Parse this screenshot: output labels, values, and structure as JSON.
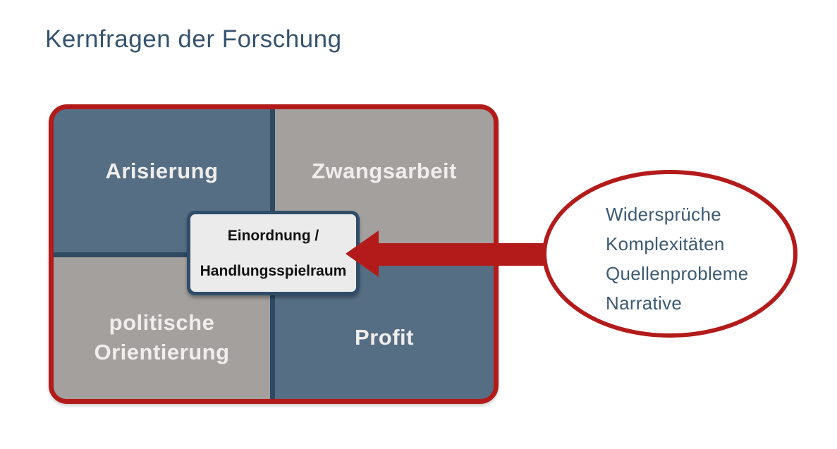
{
  "title": "Kernfragen der Forschung",
  "colors": {
    "title_text": "#35536f",
    "accent_red": "#b31b1b",
    "quadrant_blue": "#566e84",
    "quadrant_gray": "#a4a09d",
    "divider_navy": "#2e4a62",
    "center_box_background": "#ebebeb",
    "center_box_border": "#2f4d68",
    "center_box_text": "#111111",
    "quadrant_label_text": "#f0eeec",
    "annotation_text": "#3c5a74"
  },
  "grid": {
    "quadrants": [
      {
        "label": "Arisierung"
      },
      {
        "label": "Zwangsarbeit"
      },
      {
        "label": "politische Orientierung"
      },
      {
        "label": "Profit"
      }
    ]
  },
  "center_box": {
    "line1": "Einordnung /",
    "line2": "Handlungsspielraum"
  },
  "annotation": {
    "items": [
      "Widersprüche",
      "Komplexitäten",
      "Quellenprobleme",
      "Narrative"
    ]
  }
}
